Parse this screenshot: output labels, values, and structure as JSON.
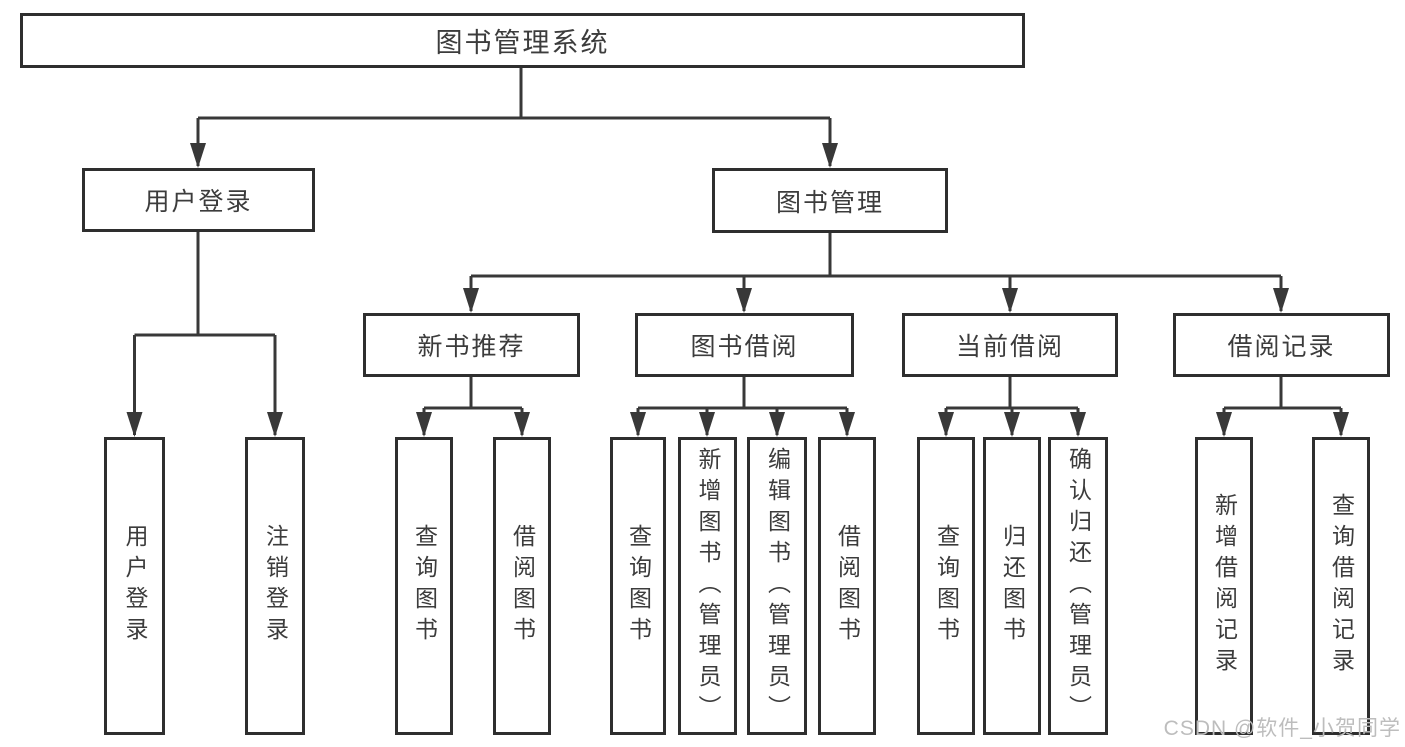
{
  "tree": {
    "label": "图书管理系统",
    "branches": [
      {
        "label": "用户登录",
        "children": [
          {
            "label": "用户登录"
          },
          {
            "label": "注销登录"
          }
        ]
      },
      {
        "label": "图书管理",
        "children": [
          {
            "label": "新书推荐",
            "children": [
              {
                "label": "查询图书"
              },
              {
                "label": "借阅图书"
              }
            ]
          },
          {
            "label": "图书借阅",
            "children": [
              {
                "label": "查询图书"
              },
              {
                "label": "新增图书（管理员）"
              },
              {
                "label": "编辑图书（管理员）"
              },
              {
                "label": "借阅图书"
              }
            ]
          },
          {
            "label": "当前借阅",
            "children": [
              {
                "label": "查询图书"
              },
              {
                "label": "归还图书"
              },
              {
                "label": "确认归还（管理员）"
              }
            ]
          },
          {
            "label": "借阅记录",
            "children": [
              {
                "label": "新增借阅记录"
              },
              {
                "label": "查询借阅记录"
              }
            ]
          }
        ]
      }
    ]
  },
  "watermark": "CSDN @软件_小贺同学",
  "colors": {
    "line": "#383838",
    "border": "#2e2e2e",
    "text": "#3c3c3c",
    "watermark": "#bdbdbd",
    "background": "#ffffff"
  }
}
